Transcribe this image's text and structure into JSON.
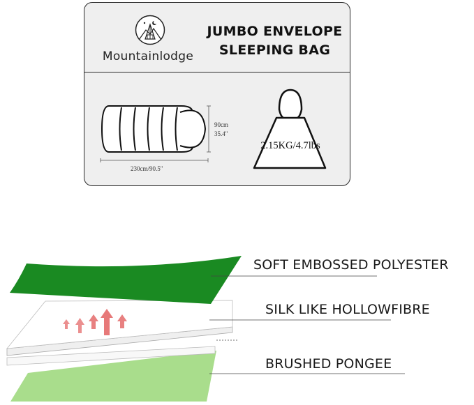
{
  "card": {
    "brand": "Mountainlodge",
    "product_title_line1": "JUMBO ENVELOPE",
    "product_title_line2": "SLEEPING BAG",
    "dimensions": {
      "height_cm": "90cm",
      "height_in": "35.4\"",
      "length": "230cm/90.5\""
    },
    "weight": "2.15KG/4.7lbs"
  },
  "layers": [
    {
      "label": "SOFT EMBOSSED POLYESTER",
      "color": "#1a8a22"
    },
    {
      "label": "SILK LIKE HOLLOWFIBRE",
      "color": "#ffffff"
    },
    {
      "label": "BRUSHED PONGEE",
      "color": "#a9dd8c"
    }
  ],
  "colors": {
    "outer_shell": "#1a8a22",
    "lining": "#a9dd8c",
    "heat_arrows": "#e46a6a",
    "card_background": "#efefef"
  }
}
